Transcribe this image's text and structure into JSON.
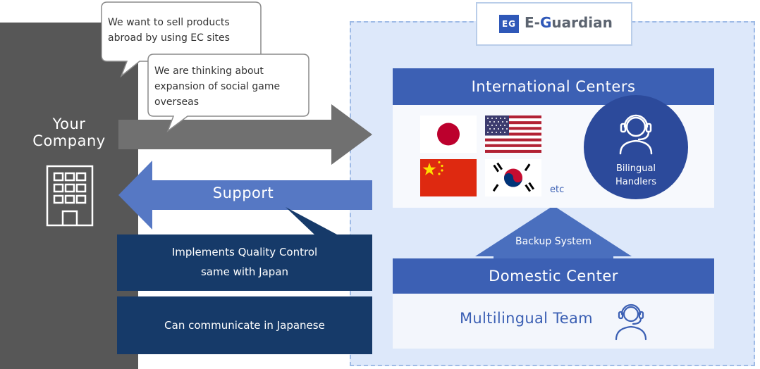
{
  "company": {
    "title_line1": "Your",
    "title_line2": "Company"
  },
  "bubbles": [
    {
      "line1": "We want to sell products",
      "line2": "abroad by using EC sites"
    },
    {
      "line1": "We are thinking about",
      "line2": "expansion of social game",
      "line3": "overseas"
    }
  ],
  "logo": {
    "mark": "EG",
    "text_prefix": "E-",
    "text_accent": "G",
    "text_suffix": "uardian"
  },
  "international": {
    "title": "International Centers",
    "flags": [
      "japan-flag",
      "usa-flag",
      "china-flag",
      "korea-flag"
    ],
    "etc": "etc",
    "handlers_line1": "Bilingual",
    "handlers_line2": "Handlers"
  },
  "backup": {
    "label": "Backup System"
  },
  "domestic": {
    "title": "Domestic Center",
    "team": "Multilingual Team"
  },
  "support": {
    "label": "Support"
  },
  "quality": {
    "line1": "Implements Quality Control",
    "line2": "same with Japan"
  },
  "communicate": {
    "label": "Can communicate in Japanese"
  },
  "colors": {
    "primary": "#3c60b4",
    "navy": "#163a69",
    "dark_gray": "#575757",
    "area_bg": "#dde8fa"
  }
}
